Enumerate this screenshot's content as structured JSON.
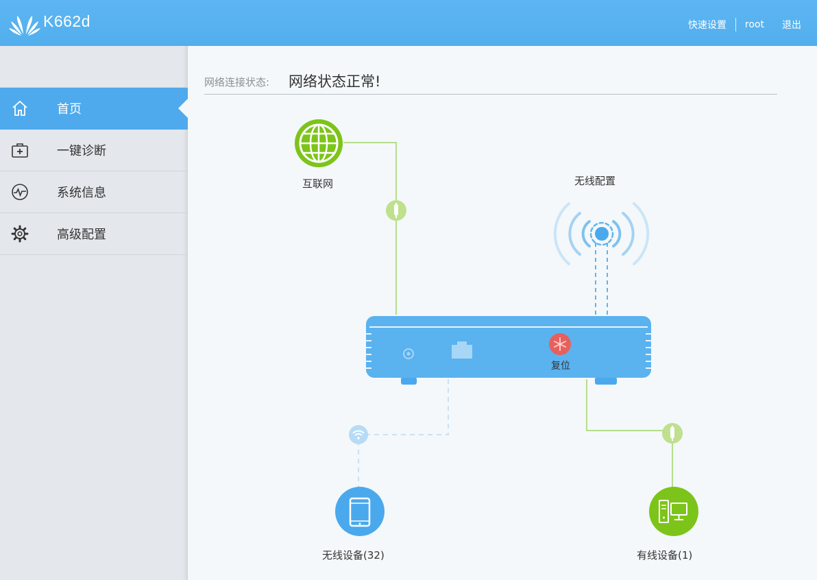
{
  "header": {
    "model": "K662d",
    "links": {
      "quick_setup": "快速设置",
      "user": "root",
      "logout": "退出"
    }
  },
  "sidebar": {
    "items": [
      {
        "label": "首页",
        "icon": "home-icon",
        "active": true
      },
      {
        "label": "一键诊断",
        "icon": "medical-kit-icon",
        "active": false
      },
      {
        "label": "系统信息",
        "icon": "pulse-icon",
        "active": false
      },
      {
        "label": "高级配置",
        "icon": "gear-icon",
        "active": false
      }
    ]
  },
  "status": {
    "label": "网络连接状态:",
    "value": "网络状态正常!"
  },
  "diagram": {
    "internet_label": "互联网",
    "wireless_config_label": "无线配置",
    "reset_label": "复位",
    "wireless_devices_label": "无线设备(32)",
    "wired_devices_label": "有线设备(1)"
  },
  "colors": {
    "header": "#5db6f2",
    "accent_blue": "#4eaaec",
    "green": "#7dc41a",
    "link_green": "#b7dd8c",
    "reset_red": "#e8605d"
  }
}
